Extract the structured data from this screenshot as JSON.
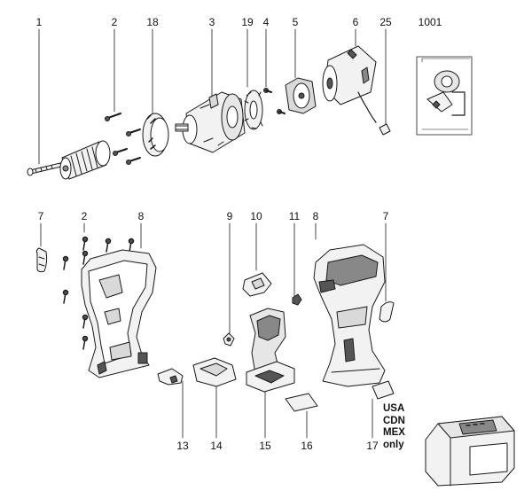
{
  "callouts": {
    "top": [
      "1",
      "2",
      "18",
      "3",
      "19",
      "4",
      "5",
      "6",
      "25",
      "1001"
    ],
    "mid": [
      "7",
      "2",
      "8",
      "9",
      "10",
      "11",
      "8",
      "7"
    ],
    "bottom": [
      "13",
      "14",
      "15",
      "16",
      "17"
    ]
  },
  "region_note": [
    "USA",
    "CDN",
    "MEX",
    "only"
  ],
  "colors": {
    "line": "#1a1a1a",
    "fill_light": "#f2f2f2",
    "fill_mid": "#d9d9d9",
    "fill_dark": "#555555"
  }
}
